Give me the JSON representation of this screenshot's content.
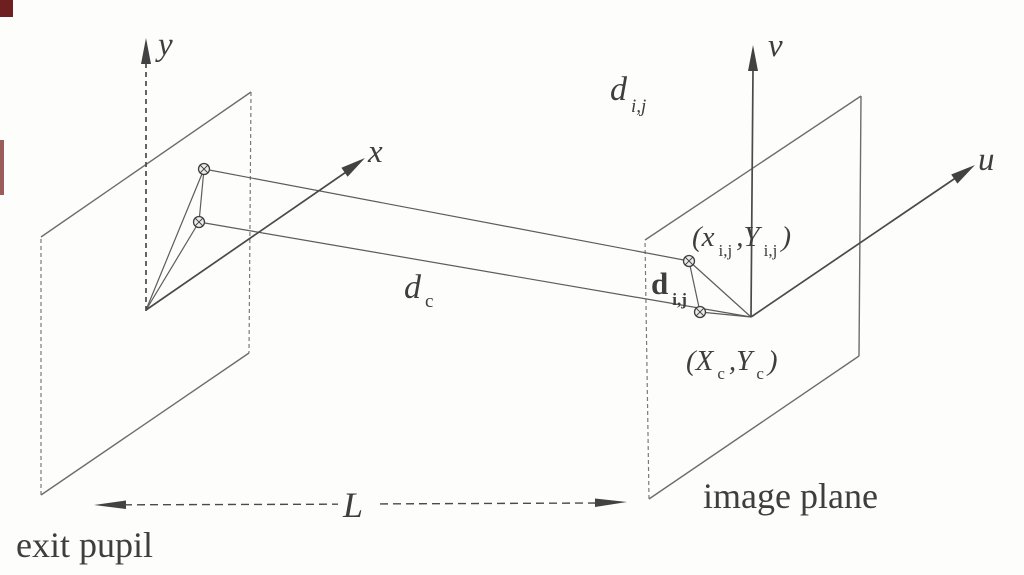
{
  "figure": {
    "background": "#fdfdfc",
    "line_color": "#5c5c5c",
    "text_color": "#3e3e3e",
    "artifact_color": "#6e2020",
    "labels": {
      "y_axis": "y",
      "x_axis": "x",
      "v_axis": "v",
      "u_axis": "u",
      "d_ij_top": {
        "base": "d",
        "sub": "i,j"
      },
      "d_c": {
        "base": "d",
        "sub": "c"
      },
      "d_ij_bold": {
        "base": "d",
        "sub": "i,j"
      },
      "image_point": {
        "p1": "(x",
        "s1": "i,j",
        "p2": ",Y",
        "s2": "i,j",
        "p3": ")"
      },
      "centroid_point": {
        "p1": "(X",
        "s1": "c",
        "p2": ",Y",
        "s2": "c",
        "p3": ")"
      },
      "distance": "L",
      "exit_pupil_caption": "exit pupil",
      "image_plane_caption": "image plane"
    }
  }
}
